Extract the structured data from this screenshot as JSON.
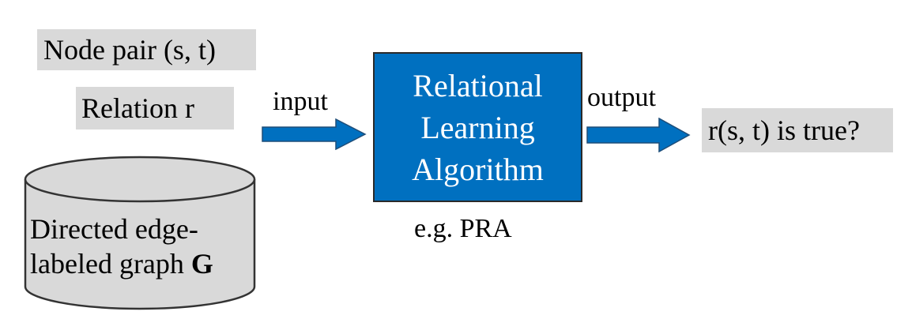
{
  "inputs": {
    "node_pair": "Node pair (s, t)",
    "relation": "Relation r"
  },
  "database": {
    "line1": "Directed edge-",
    "line2_prefix": "labeled graph ",
    "line2_bold": "G"
  },
  "arrows": {
    "input_label": "input",
    "output_label": "output"
  },
  "algorithm": {
    "line1": "Relational",
    "line2": "Learning",
    "line3": "Algorithm",
    "example": "e.g. PRA"
  },
  "result": "r(s, t) is true?",
  "colors": {
    "blue": "#0070c0",
    "gray_box": "#d9d9d9",
    "cylinder": "#d9d9d9"
  }
}
